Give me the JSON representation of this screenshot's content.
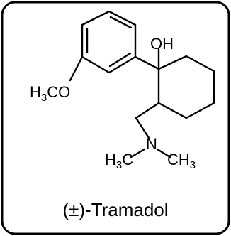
{
  "compound": {
    "name": "(±)-Tramadol"
  },
  "atoms": {
    "hydroxyl": {
      "base": "OH"
    },
    "methoxy": {
      "prefix": "H",
      "subscript": "3",
      "suffix": "CO"
    },
    "nitrogen": {
      "label": "N"
    },
    "methyl_left": {
      "prefix": "H",
      "subscript": "3",
      "suffix": "C"
    },
    "methyl_right": {
      "prefix": "CH",
      "subscript": "3"
    }
  },
  "colors": {
    "ink": "#000000",
    "background": "#ffffff"
  }
}
